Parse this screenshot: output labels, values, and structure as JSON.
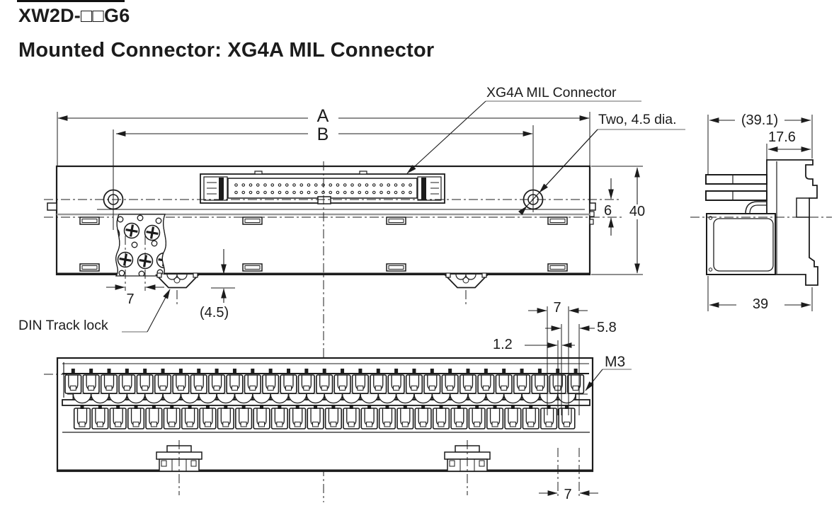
{
  "titles": {
    "model": "XW2D-□□G6",
    "subtitle": "Mounted Connector: XG4A MIL Connector"
  },
  "labels": {
    "connector": "XG4A MIL Connector",
    "holes": "Two, 4.5 dia.",
    "din_lock": "DIN Track lock",
    "thread": "M3"
  },
  "dimensions": {
    "overall_width": "A",
    "hole_span": "B",
    "step_height": "6",
    "body_height": "40",
    "screw_pitch": "7",
    "lock_depth": "(4.5)",
    "side_overall_depth": "(39.1)",
    "side_front_depth": "17.6",
    "side_body_depth": "39",
    "terminal_pitch_top": "7",
    "terminal_width": "5.8",
    "partition_width": "1.2",
    "terminal_pitch_bottom": "7"
  },
  "colors": {
    "line": "#1c1c1c",
    "leader_gray": "#9a9a9a",
    "background": "#ffffff"
  },
  "front_view": {
    "pin_rows": 2,
    "pins_per_row": 25
  },
  "bottom_view": {
    "upper_terminal_count": 29,
    "lower_terminal_count": 28
  }
}
